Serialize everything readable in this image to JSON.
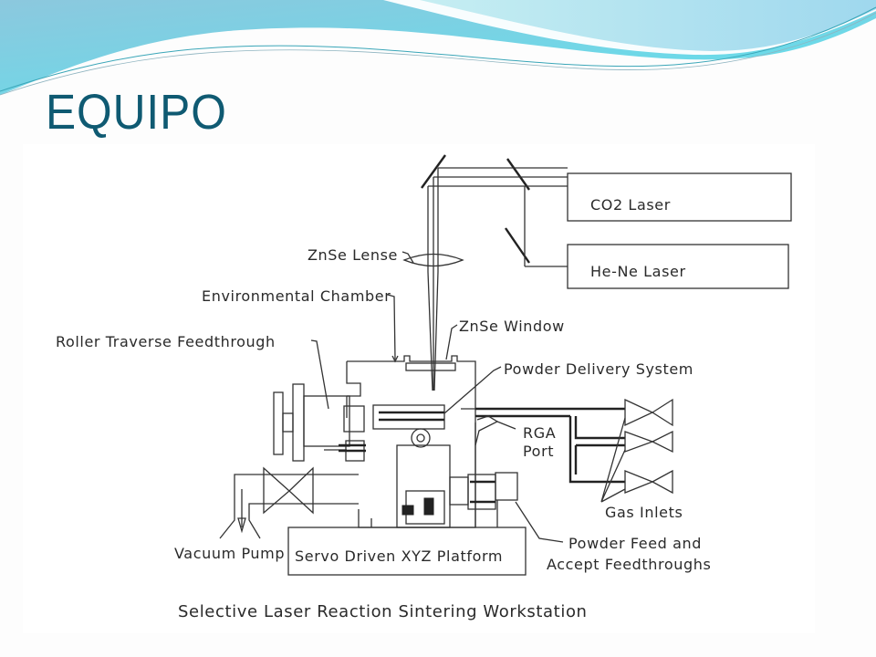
{
  "slide": {
    "title": "EQUIPO",
    "accent_color": "#0f5a72",
    "wave_colors": [
      "#7cc4dc",
      "#6ee0ee",
      "#a8e2ec"
    ]
  },
  "diagram": {
    "caption": "Selective Laser Reaction Sintering Workstation",
    "components": {
      "co2_laser": "CO2 Laser",
      "hene_laser": "He-Ne Laser",
      "znse_lense": "ZnSe Lense",
      "environmental_chamber": "Environmental Chamber",
      "znse_window": "ZnSe Window",
      "roller_traverse": "Roller Traverse Feedthrough",
      "powder_delivery": "Powder Delivery System",
      "rga_port_line1": "RGA",
      "rga_port_line2": "Port",
      "gas_inlets": "Gas Inlets",
      "vacuum_pump": "Vacuum Pump",
      "xyz_platform": "Servo Driven XYZ Platform",
      "powder_feed_line1": "Powder Feed and",
      "powder_feed_line2": "Accept Feedthroughs"
    }
  }
}
